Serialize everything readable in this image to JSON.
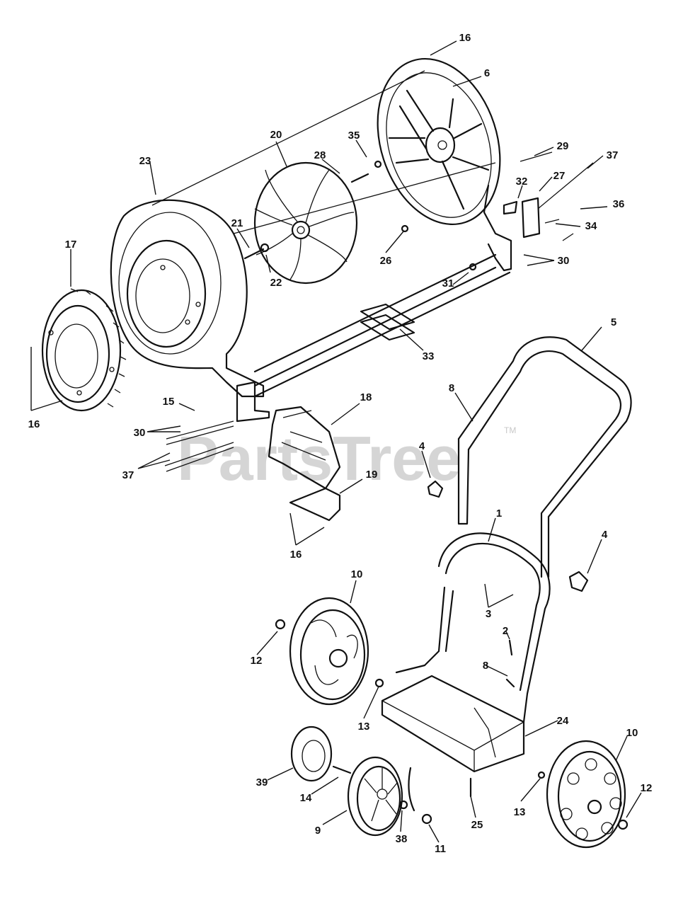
{
  "watermark": {
    "text": "PartsTree",
    "trademark": "TM"
  },
  "callouts": [
    "1",
    "2",
    "3",
    "4",
    "5",
    "6",
    "8",
    "9",
    "10",
    "11",
    "12",
    "13",
    "14",
    "15",
    "16",
    "17",
    "18",
    "19",
    "20",
    "21",
    "22",
    "23",
    "24",
    "25",
    "26",
    "27",
    "28",
    "29",
    "30",
    "31",
    "32",
    "33",
    "34",
    "35",
    "36",
    "37",
    "38",
    "39"
  ]
}
